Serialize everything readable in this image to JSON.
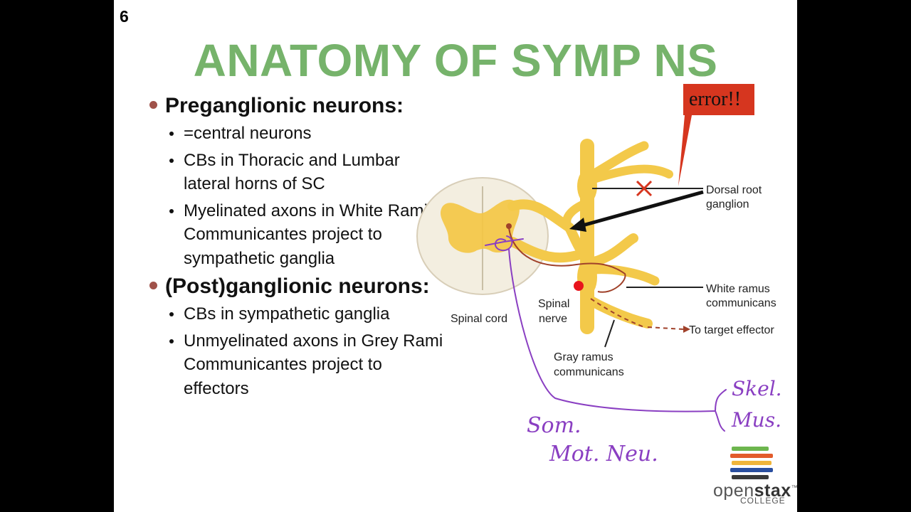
{
  "slide": {
    "number": "6",
    "title": "ANATOMY OF SYMP NS"
  },
  "bullets": [
    {
      "heading": "Preganglionic neurons:",
      "items": [
        "=central neurons",
        "CBs in Thoracic and Lumbar lateral horns of SC",
        "Myelinated axons in White Rami Communicantes project to sympathetic ganglia"
      ]
    },
    {
      "heading": "(Post)ganglionic neurons:",
      "items": [
        "CBs in sympathetic ganglia",
        "Unmyelinated axons in Grey Rami Communicantes project to effectors"
      ]
    }
  ],
  "figure": {
    "labels": {
      "spinal_cord": "Spinal cord",
      "spinal_nerve_1": "Spinal",
      "spinal_nerve_2": "nerve",
      "dorsal_root_1": "Dorsal root",
      "dorsal_root_2": "ganglion",
      "white_ramus_1": "White ramus",
      "white_ramus_2": "communicans",
      "gray_ramus_1": "Gray ramus",
      "gray_ramus_2": "communicans",
      "target": "To target effector"
    },
    "callout": "error!!",
    "colors": {
      "nerve": "#f3c94a",
      "gray_matter": "#f4c542",
      "neuron": "#a0412a",
      "ink": "#8a3fc2",
      "callout": "#d6361f",
      "marker_red": "#e8141c"
    }
  },
  "annotations": {
    "skel": "Skel.",
    "mus": "Mus.",
    "som": "Som.",
    "mot_neu": "Mot. Neu."
  },
  "branding": {
    "logo_left": "open",
    "logo_bold": "stax",
    "logo_tm": "™",
    "logo_sub": "COLLEGE",
    "bar_colors": [
      "#6db64e",
      "#e25b2b",
      "#f0b53b",
      "#2a4fa0",
      "#3a3a3a"
    ]
  }
}
